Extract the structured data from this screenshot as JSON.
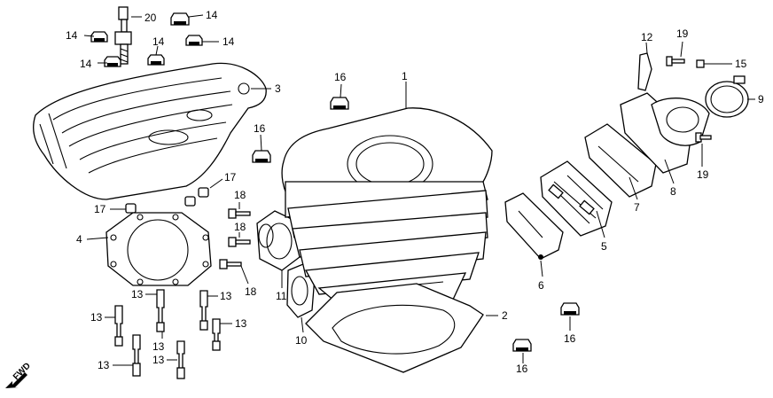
{
  "callouts": [
    {
      "id": "c1",
      "text": "1"
    },
    {
      "id": "c2",
      "text": "2"
    },
    {
      "id": "c3",
      "text": "3"
    },
    {
      "id": "c4",
      "text": "4"
    },
    {
      "id": "c5",
      "text": "5"
    },
    {
      "id": "c6",
      "text": "6"
    },
    {
      "id": "c7",
      "text": "7"
    },
    {
      "id": "c8",
      "text": "8"
    },
    {
      "id": "c9",
      "text": "9"
    },
    {
      "id": "c10",
      "text": "10"
    },
    {
      "id": "c11",
      "text": "11"
    },
    {
      "id": "c12",
      "text": "12"
    },
    {
      "id": "c13a",
      "text": "13"
    },
    {
      "id": "c13b",
      "text": "13"
    },
    {
      "id": "c13c",
      "text": "13"
    },
    {
      "id": "c13d",
      "text": "13"
    },
    {
      "id": "c13e",
      "text": "13"
    },
    {
      "id": "c13f",
      "text": "13"
    },
    {
      "id": "c13g",
      "text": "13"
    },
    {
      "id": "c14a",
      "text": "14"
    },
    {
      "id": "c14b",
      "text": "14"
    },
    {
      "id": "c14c",
      "text": "14"
    },
    {
      "id": "c14d",
      "text": "14"
    },
    {
      "id": "c14e",
      "text": "14"
    },
    {
      "id": "c15",
      "text": "15"
    },
    {
      "id": "c16a",
      "text": "16"
    },
    {
      "id": "c16b",
      "text": "16"
    },
    {
      "id": "c16c",
      "text": "16"
    },
    {
      "id": "c16d",
      "text": "16"
    },
    {
      "id": "c17a",
      "text": "17"
    },
    {
      "id": "c17b",
      "text": "17"
    },
    {
      "id": "c18a",
      "text": "18"
    },
    {
      "id": "c18b",
      "text": "18"
    },
    {
      "id": "c18c",
      "text": "18"
    },
    {
      "id": "c19a",
      "text": "19"
    },
    {
      "id": "c19b",
      "text": "19"
    },
    {
      "id": "c20",
      "text": "20"
    }
  ],
  "fwd_label": "FWD"
}
